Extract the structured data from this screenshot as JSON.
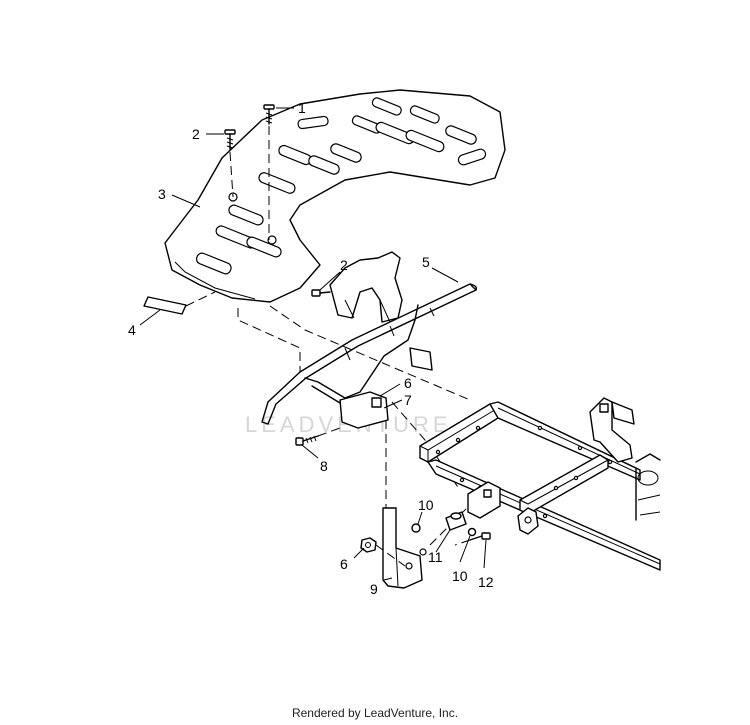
{
  "callouts": [
    {
      "id": "c1",
      "text": "1"
    },
    {
      "id": "c2a",
      "text": "2"
    },
    {
      "id": "c3",
      "text": "3"
    },
    {
      "id": "c2b",
      "text": "2"
    },
    {
      "id": "c5",
      "text": "5"
    },
    {
      "id": "c4",
      "text": "4"
    },
    {
      "id": "c6a",
      "text": "6"
    },
    {
      "id": "c7",
      "text": "7"
    },
    {
      "id": "c8",
      "text": "8"
    },
    {
      "id": "c10a",
      "text": "10"
    },
    {
      "id": "c6b",
      "text": "6"
    },
    {
      "id": "c11",
      "text": "11"
    },
    {
      "id": "c10b",
      "text": "10"
    },
    {
      "id": "c12",
      "text": "12"
    },
    {
      "id": "c9",
      "text": "9"
    }
  ],
  "watermark": "LEADVENTURE",
  "footer": "Rendered by LeadVenture, Inc."
}
